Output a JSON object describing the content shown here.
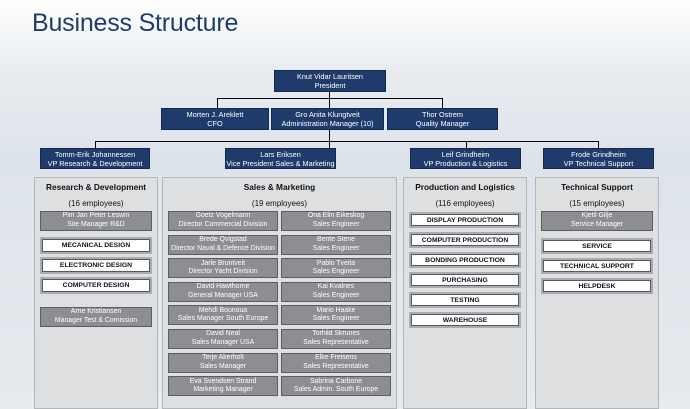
{
  "title": "Business Structure",
  "president": {
    "name": "Knut Vidar Lauritsen",
    "role": "President"
  },
  "executives": [
    {
      "name": "Morten J. Areklett",
      "role": "CFO"
    },
    {
      "name": "Gro Anita Klungtveit",
      "role": "Administration Manager (10)"
    },
    {
      "name": "Thor Ostrem",
      "role": "Quality Manager"
    }
  ],
  "vps": [
    {
      "name": "Tomm-Erik Johannessen",
      "role": "VP Research & Development"
    },
    {
      "name": "Lars Eriksen",
      "role": "Vice President Sales & Marketing"
    },
    {
      "name": "Leif Grindheim",
      "role": "VP Production & Logistics"
    },
    {
      "name": "Frode Grindheim",
      "role": "VP Technical Support"
    }
  ],
  "rd": {
    "title": "Research & Development",
    "count": "(16 employees)",
    "manager": {
      "name": "Pim Jan Peter Leswin",
      "role": "Site Manager R&D"
    },
    "units": [
      "MECANICAL DESIGN",
      "ELECTRONIC DESIGN",
      "COMPUTER DESIGN"
    ],
    "test": {
      "name": "Arne Kristiansen",
      "role": "Manager Test & Comission"
    }
  },
  "sales": {
    "title": "Sales & Marketing",
    "count": "(19 employees)",
    "left": [
      {
        "name": "Goetz Vogelmann",
        "role": "Director Commercial Division"
      },
      {
        "name": "Brede Qvigstad",
        "role": "Director Naval & Defence Division"
      },
      {
        "name": "Jarle Bruntveit",
        "role": "Director Yacht Division"
      },
      {
        "name": "David Hawthorne",
        "role": "General Manager USA"
      },
      {
        "name": "Mehdi Bounoua",
        "role": "Sales Manager South Europe"
      },
      {
        "name": "David Neal",
        "role": "Sales Manager USA"
      },
      {
        "name": "Terje Akerholt",
        "role": "Sales Manager"
      },
      {
        "name": "Eva Svendsen Strand",
        "role": "Marketing Manager"
      }
    ],
    "right": [
      {
        "name": "Ona Elin Eikeskog",
        "role": "Sales Engineer"
      },
      {
        "name": "Bente Stene",
        "role": "Sales Engineer"
      },
      {
        "name": "Pablo Tveita",
        "role": "Sales Engineer"
      },
      {
        "name": "Kai Kvalnes",
        "role": "Sales Engineer"
      },
      {
        "name": "Mario Haake",
        "role": "Sales Engineer"
      },
      {
        "name": "Torhild Skrunes",
        "role": "Sales Representative"
      },
      {
        "name": "Elke Freisens",
        "role": "Sales Representative"
      },
      {
        "name": "Sabrina Carbone",
        "role": "Sales Admin. South Europe"
      }
    ]
  },
  "production": {
    "title": "Production and Logistics",
    "count": "(116 employees)",
    "units": [
      "DISPLAY PRODUCTION",
      "COMPUTER PRODUCTION",
      "BONDING PRODUCTION",
      "PURCHASING",
      "TESTING",
      "WAREHOUSE"
    ]
  },
  "support": {
    "title": "Technical Support",
    "count": "(15 employees)",
    "manager": {
      "name": "Kjetil Gilje",
      "role": "Service Manager"
    },
    "units": [
      "SERVICE",
      "TECHNICAL SUPPORT",
      "HELPDESK"
    ]
  }
}
